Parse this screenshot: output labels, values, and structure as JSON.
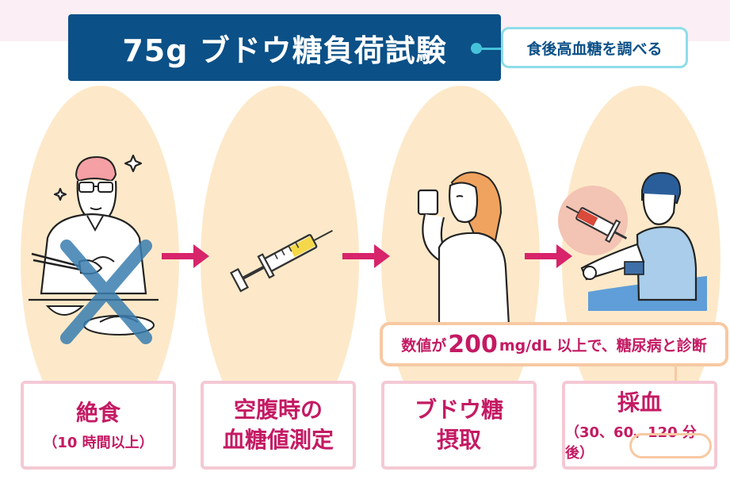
{
  "header": {
    "title": "75g ブドウ糖負荷試験",
    "subtitle": "食後高血糖を調べる"
  },
  "colors": {
    "title_bg": "#0b5087",
    "accent_pink": "#c41a63",
    "oval_bg": "#fde9c9",
    "connector": "#45c2d9",
    "callout_border": "#f7c9a3",
    "step_border": "#f4c9d4"
  },
  "steps": [
    {
      "main": "絶食",
      "sub": "（10 時間以上）",
      "icon": "fasting-person-icon"
    },
    {
      "main_line1": "空腹時の",
      "main_line2": "血糖値測定",
      "icon": "syringe-icon"
    },
    {
      "main_line1": "ブドウ糖",
      "main_line2": "摂取",
      "icon": "drinking-woman-icon"
    },
    {
      "main": "採血",
      "sub": "（30、60、120 分後）",
      "icon": "blood-draw-icon"
    }
  ],
  "callout": {
    "prefix": "数値が",
    "number": "200",
    "suffix": "mg/dL 以上で、糖尿病と診断"
  }
}
